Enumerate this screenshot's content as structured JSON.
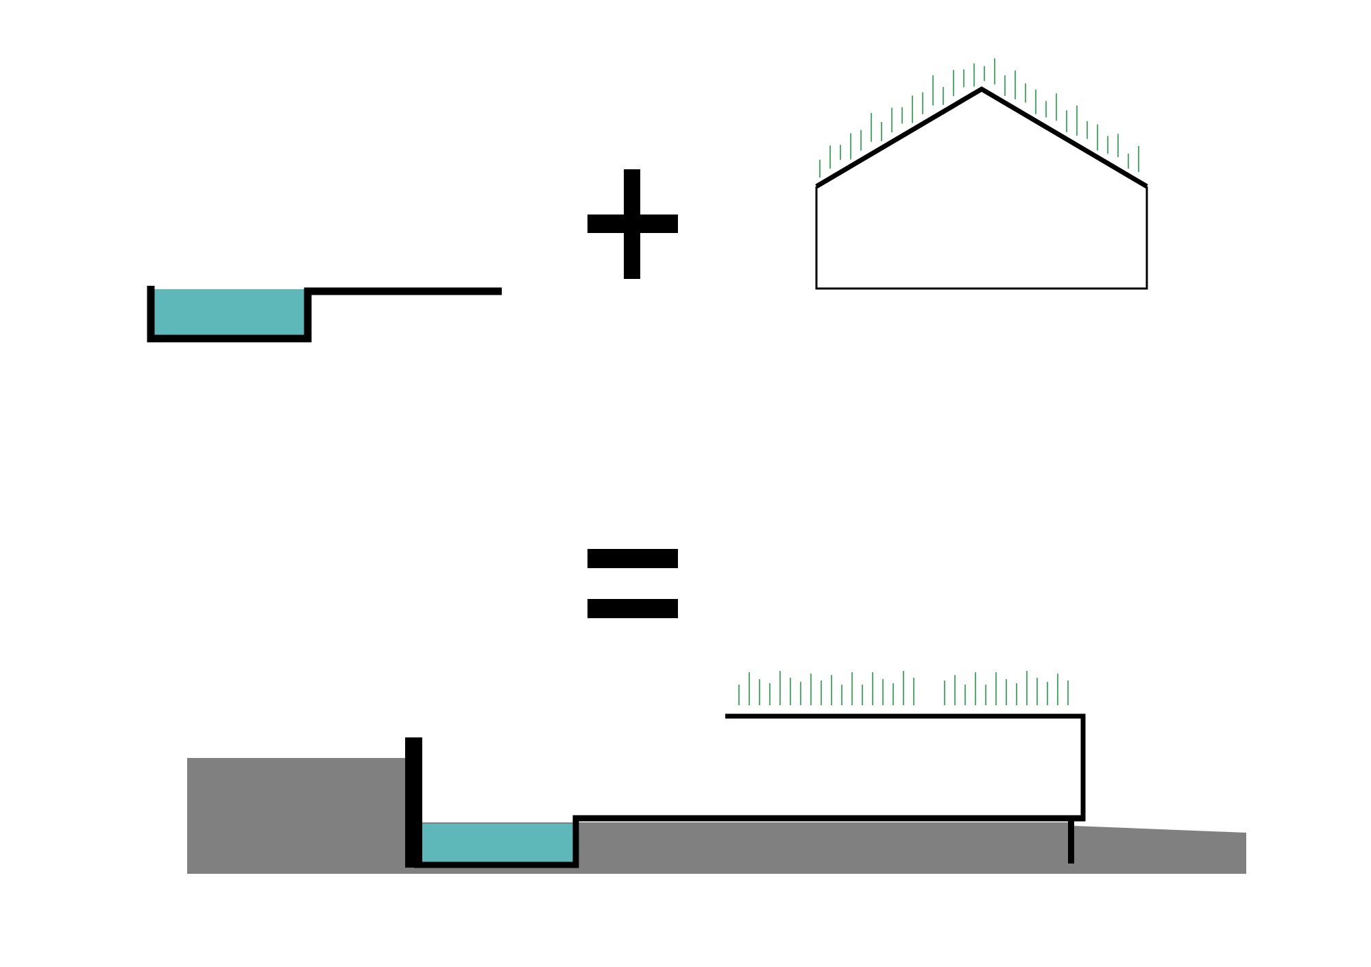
{
  "title": "",
  "colors": {
    "background": "#ffffff",
    "water": "#5eb8b9",
    "outline": "#000000",
    "ground": "#808080",
    "grass": "#4caf6a"
  },
  "parts": [
    {
      "name": "pool-with-terrace",
      "role": "first operand"
    },
    {
      "name": "gabled-house-with-green-roof",
      "role": "second operand"
    },
    {
      "name": "sunken-pool-house-on-terrain",
      "role": "result"
    }
  ],
  "operators": [
    "plus",
    "equals"
  ]
}
